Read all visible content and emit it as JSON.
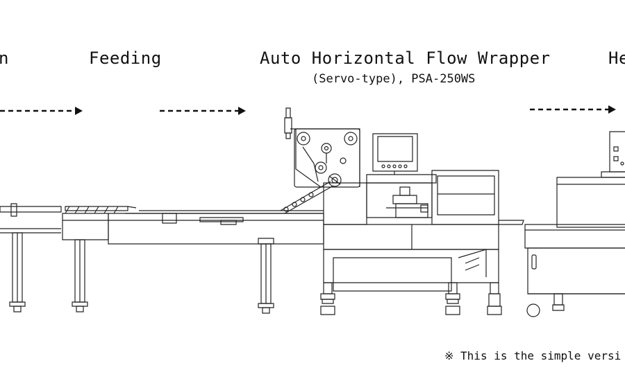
{
  "stages": [
    {
      "label": "n"
    },
    {
      "label": "Feeding"
    },
    {
      "label": "Auto Horizontal Flow Wrapper",
      "sublabel": "(Servo-type), PSA-250WS"
    },
    {
      "label": "He"
    }
  ],
  "footnote": "※ This is the simple versi",
  "colors": {
    "line": "#222222",
    "arrow": "#111111",
    "background": "#ffffff"
  }
}
